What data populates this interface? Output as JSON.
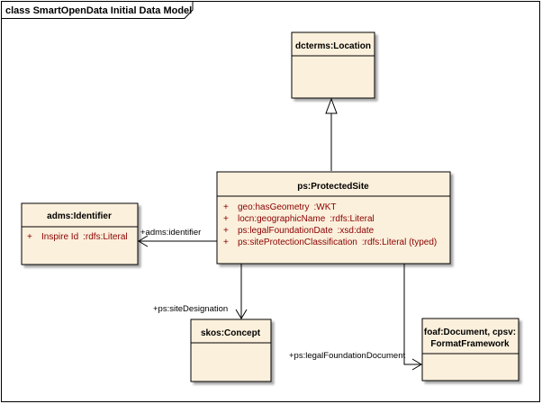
{
  "diagram": {
    "title": "class SmartOpenData Initial Data Model"
  },
  "classes": {
    "location": {
      "name": "dcterms:Location"
    },
    "protected_site": {
      "name": "ps:ProtectedSite",
      "attributes": [
        {
          "visibility": "+",
          "name": "geo:hasGeometry",
          "type": ":WKT"
        },
        {
          "visibility": "+",
          "name": "locn:geographicName",
          "type": ":rdfs:Literal"
        },
        {
          "visibility": "+",
          "name": "ps:legalFoundationDate",
          "type": ":xsd:date"
        },
        {
          "visibility": "+",
          "name": "ps:siteProtectionClassification",
          "type": ":rdfs:Literal (typed)"
        }
      ]
    },
    "identifier": {
      "name": "adms:Identifier",
      "attributes": [
        {
          "visibility": "+",
          "name": "Inspire Id",
          "type": ":rdfs:Literal"
        }
      ]
    },
    "concept": {
      "name": "skos:Concept"
    },
    "document": {
      "name_line1": "foaf:Document, cpsv:",
      "name_line2": "FormatFramework"
    }
  },
  "associations": {
    "identifier_role": "+adms:identifier",
    "site_designation_role": "+ps:siteDesignation",
    "legal_foundation_document_role": "+ps:legalFoundationDocument"
  },
  "colors": {
    "class_fill": "#fbf0dc",
    "class_border": "#000000",
    "attribute_text": "#8b0000",
    "line": "#000000"
  }
}
